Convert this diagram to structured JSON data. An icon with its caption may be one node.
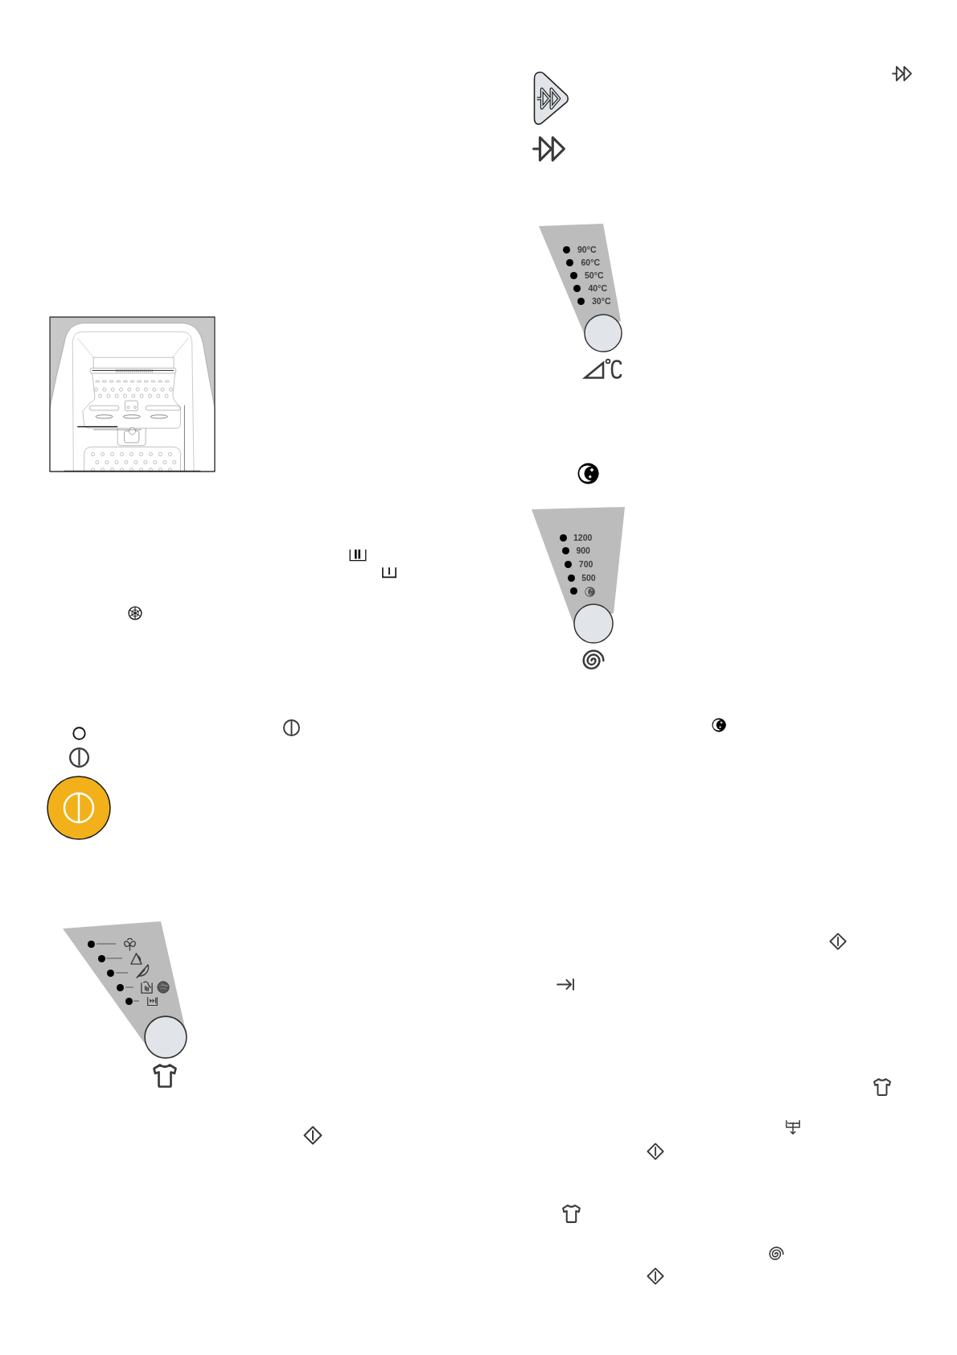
{
  "diagram": {
    "nodes": [
      {
        "text": [],
        "shape": "trapezoid"
      },
      {
        "text": [
          "90°C",
          "60°C",
          "50°C",
          "40°C",
          "30°C"
        ]
      },
      {
        "text": [
          "1200",
          "900",
          "700",
          "500"
        ]
      }
    ]
  }
}
